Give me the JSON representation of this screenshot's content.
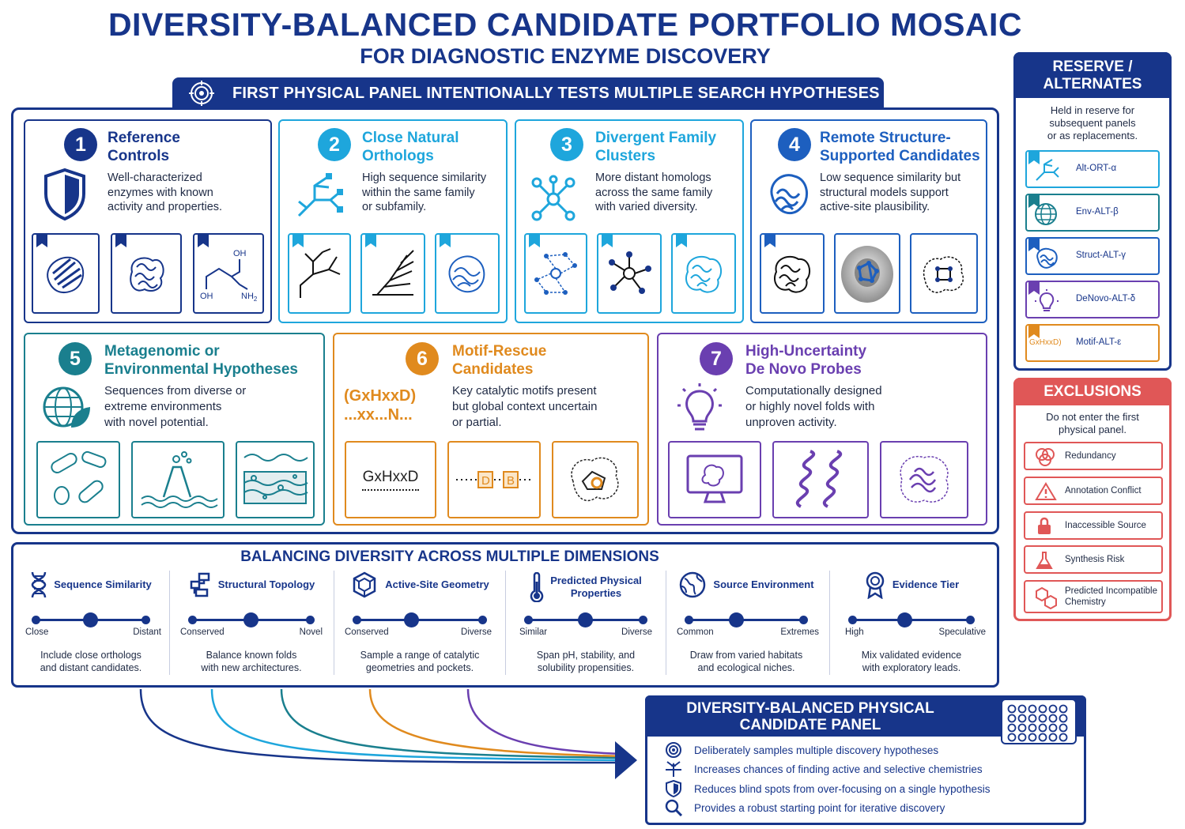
{
  "title": "DIVERSITY-BALANCED CANDIDATE PORTFOLIO MOSAIC",
  "subtitle": "FOR DIAGNOSTIC ENZYME DISCOVERY",
  "banner": "FIRST PHYSICAL PANEL INTENTIONALLY TESTS MULTIPLE SEARCH HYPOTHESES",
  "categories": [
    {
      "num": "1",
      "title_l1": "Reference",
      "title_l2": "Controls",
      "d1": "Well-characterized",
      "d2": "enzymes with known",
      "d3": "activity and properties.",
      "color": "#17358a",
      "icon": "shield-icon"
    },
    {
      "num": "2",
      "title_l1": "Close Natural",
      "title_l2": "Orthologs",
      "d1": "High sequence similarity",
      "d2": "within the same family",
      "d3": "or subfamily.",
      "color": "#1ea6dc",
      "icon": "phylogenetic-tree-icon"
    },
    {
      "num": "3",
      "title_l1": "Divergent Family",
      "title_l2": "Clusters",
      "d1": "More distant homologs",
      "d2": "across the same family",
      "d3": "with varied diversity.",
      "color": "#1ea6dc",
      "icon": "network-cluster-icon"
    },
    {
      "num": "4",
      "title_l1": "Remote Structure-",
      "title_l2": "Supported Candidates",
      "d1": "Low sequence similarity but",
      "d2": "structural models support",
      "d3": "active-site plausibility.",
      "color": "#1d5fbf",
      "icon": "protein-structure-icon"
    },
    {
      "num": "5",
      "title_l1": "Metagenomic or",
      "title_l2": "Environmental Hypotheses",
      "d1": "Sequences from diverse or",
      "d2": "extreme environments",
      "d3": "with novel potential.",
      "color": "#1a7f8e",
      "icon": "globe-leaf-icon"
    },
    {
      "num": "6",
      "title_l1": "Motif-Rescue",
      "title_l2": "Candidates",
      "d1": "Key catalytic motifs present",
      "d2": "but global context uncertain",
      "d3": "or partial.",
      "color": "#e08a1e",
      "icon": "motif-icon",
      "motif_l1": "(GxHxxD)",
      "motif_l2": "...xx...N...",
      "thumb_motif": "GxHxxD",
      "thumb_d": "D",
      "thumb_b": "B"
    },
    {
      "num": "7",
      "title_l1": "High-Uncertainty",
      "title_l2": "De Novo Probes",
      "d1": "Computationally designed",
      "d2": "or highly novel folds with",
      "d3": "unproven activity.",
      "color": "#6a3fb0",
      "icon": "lightbulb-icon"
    }
  ],
  "chem_labels": {
    "oh_top": "OH",
    "oh_bottom": "OH",
    "nh2": "NH",
    "nh2_sub": "2"
  },
  "dimensions_title": "BALANCING DIVERSITY ACROSS MULTIPLE DIMENSIONS",
  "dimensions": [
    {
      "title": "Sequence Similarity",
      "lo": "Close",
      "hi": "Distant",
      "d1": "Include close orthologs",
      "d2": "and distant candidates.",
      "icon": "dna-icon"
    },
    {
      "title": "Structural Topology",
      "lo": "Conserved",
      "hi": "Novel",
      "d1": "Balance known folds",
      "d2": "with new architectures.",
      "icon": "topology-icon"
    },
    {
      "title": "Active-Site Geometry",
      "lo": "Conserved",
      "hi": "Diverse",
      "d1": "Sample a range of catalytic",
      "d2": "geometries and pockets.",
      "icon": "hexagon-icon"
    },
    {
      "title_l1": "Predicted Physical",
      "title_l2": "Properties",
      "lo": "Similar",
      "hi": "Diverse",
      "d1": "Span pH, stability, and",
      "d2": "solubility propensities.",
      "icon": "thermometer-icon"
    },
    {
      "title": "Source Environment",
      "lo": "Common",
      "hi": "Extremes",
      "d1": "Draw from varied habitats",
      "d2": "and ecological niches.",
      "icon": "globe-icon"
    },
    {
      "title": "Evidence Tier",
      "lo": "High",
      "hi": "Speculative",
      "d1": "Mix validated evidence",
      "d2": "with exploratory leads.",
      "icon": "award-icon"
    }
  ],
  "reserve": {
    "title_l1": "RESERVE /",
    "title_l2": "ALTERNATES",
    "note_l1": "Held in reserve for",
    "note_l2": "subsequent panels",
    "note_l3": "or as replacements.",
    "items": [
      {
        "label": "Alt-ORT-α",
        "color": "#1ea6dc",
        "icon": "tree-icon"
      },
      {
        "label": "Env-ALT-β",
        "color": "#1a7f8e",
        "icon": "globe-icon"
      },
      {
        "label": "Struct-ALT-γ",
        "color": "#1d5fbf",
        "icon": "protein-icon"
      },
      {
        "label": "DeNovo-ALT-δ",
        "color": "#6a3fb0",
        "icon": "lightbulb-icon"
      },
      {
        "label": "Motif-ALT-ε",
        "color": "#e08a1e",
        "motif": "GxHxxD)"
      }
    ]
  },
  "exclusions": {
    "title": "EXCLUSIONS",
    "note_l1": "Do not enter the first",
    "note_l2": "physical panel.",
    "items": [
      {
        "label": "Redundancy",
        "icon": "overlap-circles-icon"
      },
      {
        "label": "Annotation Conflict",
        "icon": "warning-icon"
      },
      {
        "label": "Inaccessible Source",
        "icon": "lock-icon"
      },
      {
        "label": "Synthesis Risk",
        "icon": "flask-icon"
      },
      {
        "label_l1": "Predicted Incompatible",
        "label_l2": "Chemistry",
        "icon": "molecule-icon"
      }
    ]
  },
  "final_panel": {
    "title_l1": "DIVERSITY-BALANCED PHYSICAL",
    "title_l2": "CANDIDATE PANEL",
    "items": [
      {
        "text": "Deliberately samples multiple discovery hypotheses",
        "icon": "target-icon"
      },
      {
        "text": "Increases chances of finding active and selective chemistries",
        "icon": "branch-arrows-icon"
      },
      {
        "text": "Reduces blind spots from over-focusing on a single hypothesis",
        "icon": "shield-icon"
      },
      {
        "text": "Provides a robust starting point for iterative discovery",
        "icon": "search-icon"
      }
    ]
  },
  "colors": {
    "navy": "#17358a",
    "cyan": "#1ea6dc",
    "teal": "#1a7f8e",
    "blue": "#1d5fbf",
    "orange": "#e08a1e",
    "purple": "#6a3fb0",
    "red": "#e05757"
  }
}
